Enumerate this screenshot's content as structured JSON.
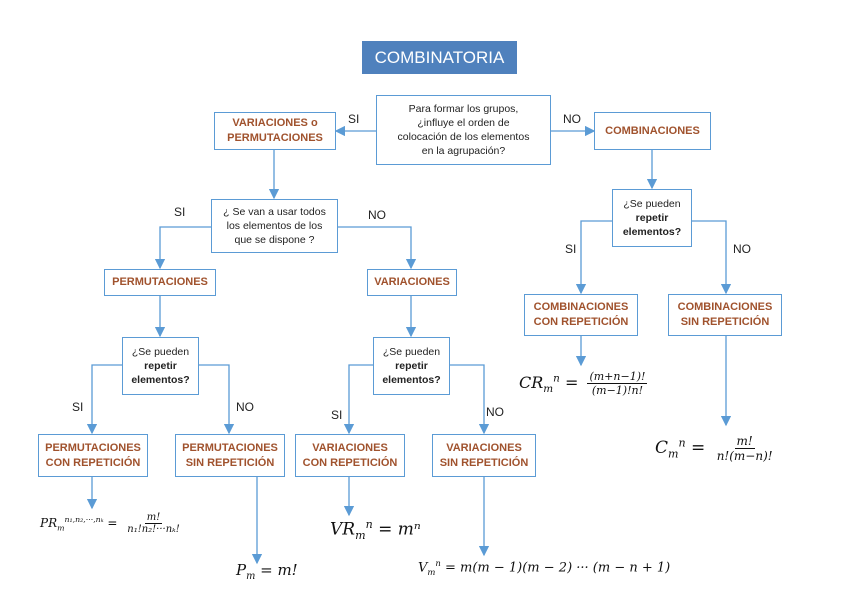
{
  "title": "COMBINATORIA",
  "colors": {
    "title_bg": "#4f81bd",
    "title_text": "#ffffff",
    "line": "#5b9bd5",
    "result_text": "#a0522d"
  },
  "nodes": {
    "q_root": [
      "Para formar los grupos,",
      "¿influye el orden de",
      "colocación de los elementos",
      "en la agrupación?"
    ],
    "var_perm": [
      "VARIACIONES o",
      "PERMUTACIONES"
    ],
    "combinaciones": [
      "COMBINACIONES"
    ],
    "q_todos": [
      "¿ Se van a usar todos",
      "los elementos de los",
      "que se dispone ?"
    ],
    "q_comb_rep": [
      "¿Se pueden",
      "repetir",
      "elementos?"
    ],
    "permutaciones": [
      "PERMUTACIONES"
    ],
    "variaciones": [
      "VARIACIONES"
    ],
    "comb_con_rep": [
      "COMBINACIONES",
      "CON REPETICIÓN"
    ],
    "comb_sin_rep": [
      "COMBINACIONES",
      "SIN REPETICIÓN"
    ],
    "q_perm_rep": [
      "¿Se pueden",
      "repetir",
      "elementos?"
    ],
    "q_var_rep": [
      "¿Se pueden",
      "repetir",
      "elementos?"
    ],
    "perm_con_rep": [
      "PERMUTACIONES",
      "CON REPETICIÓN"
    ],
    "perm_sin_rep": [
      "PERMUTACIONES",
      "SIN REPETICIÓN"
    ],
    "var_con_rep": [
      "VARIACIONES",
      "CON REPETICIÓN"
    ],
    "var_sin_rep": [
      "VARIACIONES",
      "SIN REPETICIÓN"
    ]
  },
  "edges": {
    "si": "SI",
    "no": "NO"
  },
  "formulas": {
    "cr_lhs": "CR",
    "cr_num": "(m+n−1)!",
    "cr_den": "(m−1)!n!",
    "c_lhs": "C",
    "c_num": "m!",
    "c_den": "n!(m−n)!",
    "pr_lhs": "PR",
    "pr_sup": "n₁,n₂,···,nₖ",
    "pr_num": "m!",
    "pr_den": "n₁!n₂!···nₖ!",
    "vr_text": "= mⁿ",
    "vr_lhs": "VR",
    "p_text": "= m!",
    "p_lhs": "P",
    "v_text": "= m(m − 1)(m − 2) ··· (m − n + 1)",
    "v_lhs": "V",
    "sub_m": "m",
    "sup_n": "n"
  }
}
